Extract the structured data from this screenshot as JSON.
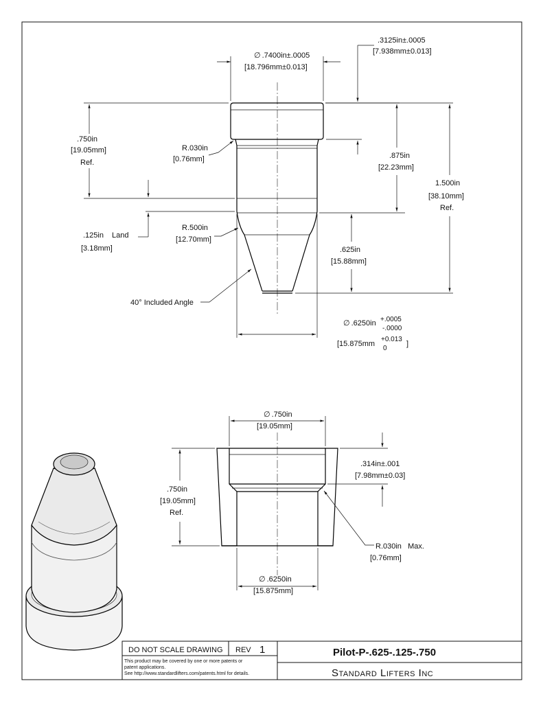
{
  "top_view": {
    "head_dia": ".7400in±.0005",
    "head_dia_mm": "[18.796mm±0.013]",
    "head_height": ".3125in±.0005",
    "head_height_mm": "[7.938mm±0.013]",
    "radius_small": "R.030in",
    "radius_small_mm": "[0.76mm]",
    "len_750": ".750in",
    "len_750_mm": "[19.05mm]",
    "ref": "Ref.",
    "len_875": ".875in",
    "len_875_mm": "[22.23mm]",
    "len_1500": "1.500in",
    "len_1500_mm": "[38.10mm]",
    "land": ".125in",
    "land_label": "Land",
    "land_mm": "[3.18mm]",
    "radius_big": "R.500in",
    "radius_big_mm": "[12.70mm]",
    "len_625": ".625in",
    "len_625_mm": "[15.88mm]",
    "angle": "40° Included Angle",
    "shank_dia": ".6250in",
    "shank_tol_plus": "+.0005",
    "shank_tol_minus": "-.0000",
    "shank_dia_mm": "[15.875mm",
    "shank_mm_tol_plus": "+0.013",
    "shank_mm_tol_minus": "0",
    "bracket_close": "]"
  },
  "bottom_view": {
    "bore_dia": ".750in",
    "bore_dia_mm": "[19.05mm]",
    "counter_depth": ".314in±.001",
    "counter_depth_mm": "[7.98mm±0.03]",
    "depth": ".750in",
    "depth_mm": "[19.05mm]",
    "ref": "Ref.",
    "radius_max": "R.030in   Max.",
    "radius_max_mm": "[0.76mm]",
    "hole_dia": ".6250in",
    "hole_dia_mm": "[15.875mm]"
  },
  "title_block": {
    "do_not_scale": "DO NOT SCALE DRAWING",
    "rev_label": "REV",
    "rev_value": "1",
    "part_number": "Pilot-P-.625-.125-.750",
    "company": "Standard Lifters Inc",
    "patent_line1": "This product may be covered by one or more patents or",
    "patent_line2": "patent applications.",
    "patent_line3": "See http://www.standardlifters.com/patents.html for details."
  },
  "symbols": {
    "diameter": "∅"
  }
}
